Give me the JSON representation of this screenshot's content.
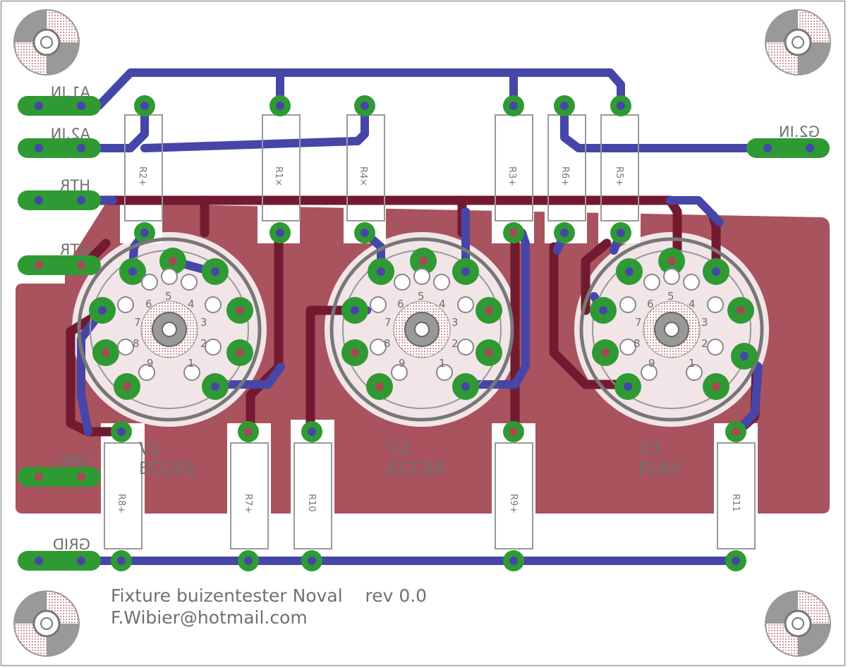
{
  "board": {
    "footer_line1": "Fixture buizentester Noval    rev 0.0",
    "footer_line2": "F.Wibier@hotmail.com"
  },
  "connectors": [
    {
      "id": "a1in",
      "label": "A1.IN"
    },
    {
      "id": "a2in",
      "label": "A2.IN"
    },
    {
      "id": "htr1",
      "label": "HTR"
    },
    {
      "id": "htr2",
      "label": "HTR"
    },
    {
      "id": "gnd",
      "label": "GND"
    },
    {
      "id": "grid",
      "label": "GRID"
    },
    {
      "id": "g2in",
      "label": "G2.IN"
    }
  ],
  "resistors_top": [
    {
      "label": "R2+"
    },
    {
      "label": "R1×"
    },
    {
      "label": "R4×"
    },
    {
      "label": "R3+"
    },
    {
      "label": "R6+"
    },
    {
      "label": "R5+"
    }
  ],
  "resistors_bottom": [
    {
      "label": "R8+"
    },
    {
      "label": "R7+"
    },
    {
      "label": "R10"
    },
    {
      "label": "R9+"
    },
    {
      "label": "R11"
    }
  ],
  "valves": [
    {
      "ref": "V1",
      "type": "ECC83"
    },
    {
      "ref": "V2",
      "type": "ECC88"
    },
    {
      "ref": "V3",
      "type": "EL84"
    }
  ],
  "pin_numbers": [
    "1",
    "2",
    "3",
    "4",
    "5",
    "6",
    "7",
    "8",
    "9"
  ],
  "colors": {
    "top_copper": "#4646a8",
    "bottom_copper": "#9e3a46",
    "bottom_trace": "#721a30",
    "pad": "#2f9a34",
    "silk": "#888888"
  }
}
